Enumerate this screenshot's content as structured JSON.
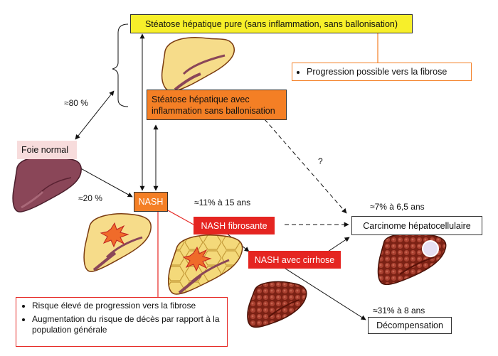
{
  "nodes": {
    "steatose_pure": "Stéatose hépatique pure (sans inflammation, sans ballonisation)",
    "progression_note": "Progression possible vers la fibrose",
    "steatose_inflam": "Stéatose hépatique avec inflammation sans ballonisation",
    "foie_normal": "Foie normal",
    "nash": "NASH",
    "nash_fibrosante": "NASH fibrosante",
    "nash_cirrhose": "NASH avec cirrhose",
    "carcinome": "Carcinome hépatocellulaire",
    "decompensation": "Décompensation",
    "nash_notes": [
      "Risque élevé de progression vers la fibrose",
      "Augmentation du risque de décès par rapport à la population générale"
    ]
  },
  "labels": {
    "pct80": "≈80 %",
    "pct20": "≈20 %",
    "fib": "≈11% à 15 ans",
    "chc": "≈7% à 6,5 ans",
    "decomp": "≈31% à 8 ans",
    "question": "?"
  },
  "colors": {
    "yellow": "#f7ef2a",
    "orange": "#f47f25",
    "red": "#e52521",
    "pink": "#f7dcdc",
    "liver_normal": "#8a4658",
    "liver_fat": "#f6dc8a",
    "liver_cirrhosis": "#8b2a1e"
  }
}
